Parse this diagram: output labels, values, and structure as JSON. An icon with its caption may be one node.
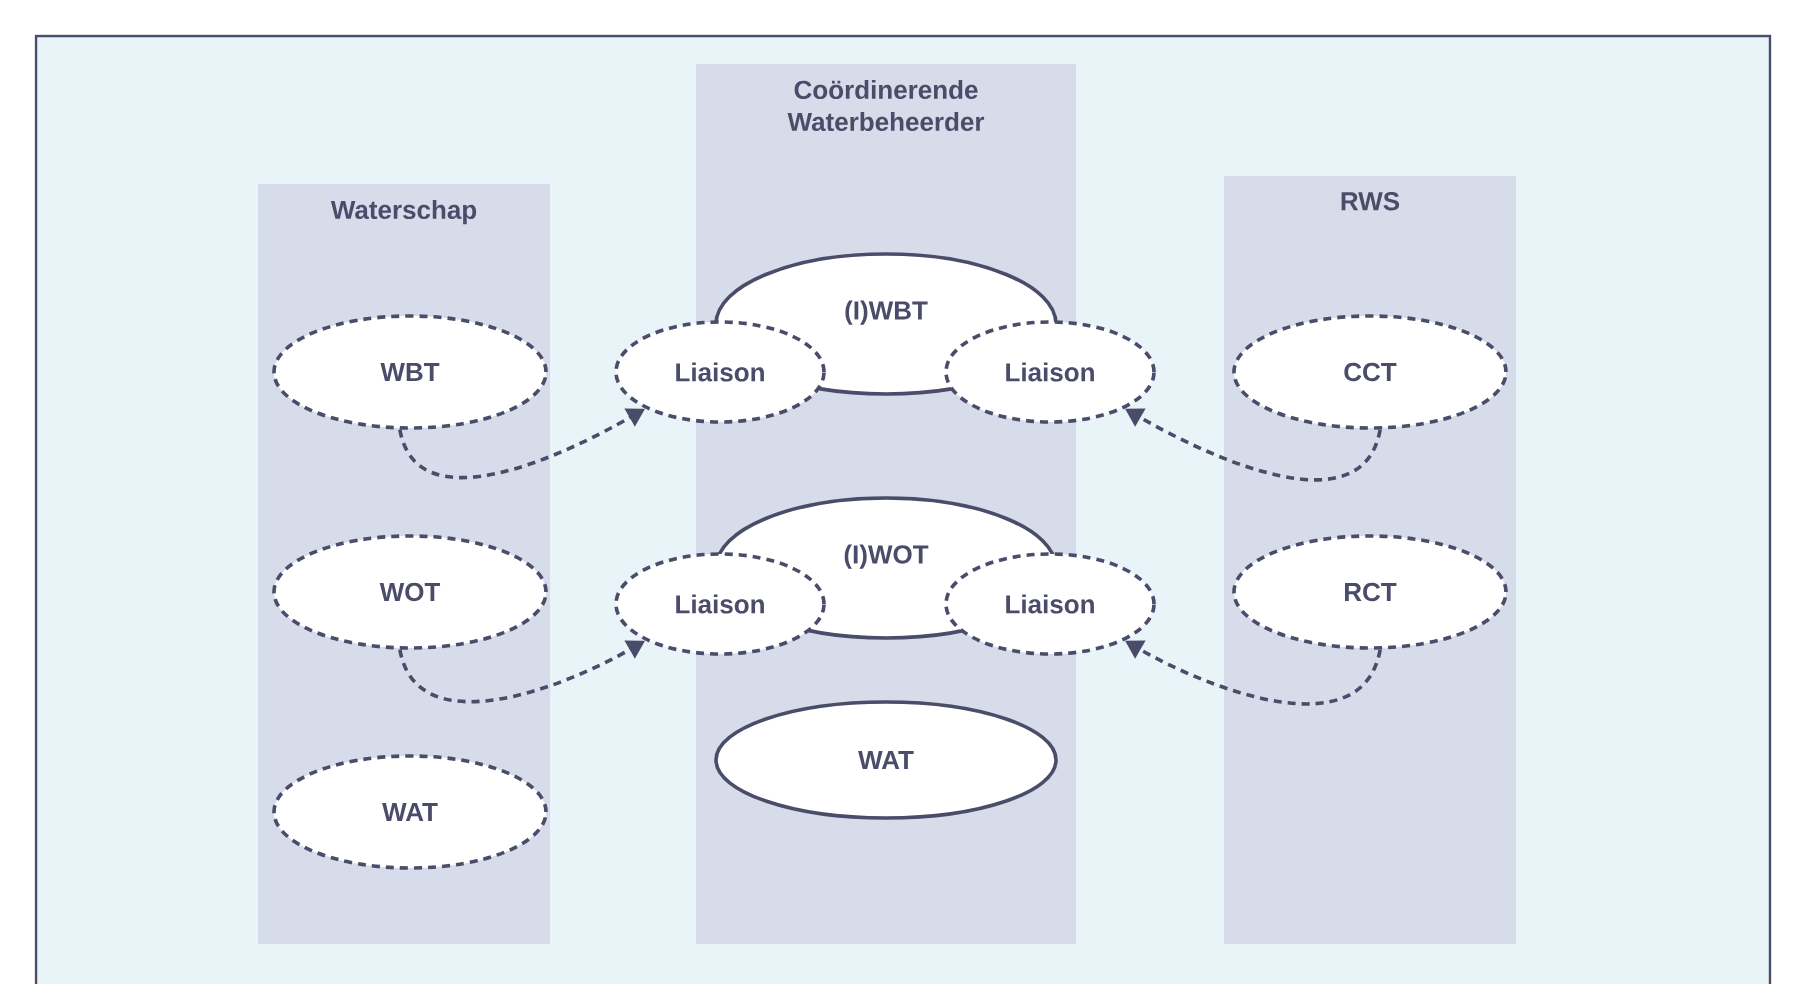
{
  "diagram": {
    "nodes": [
      {
        "text": [
          "Waterschap"
        ]
      },
      {
        "text": [
          "Coördinerende Waterbeheerder"
        ]
      },
      {
        "text": [
          "RWS"
        ]
      },
      {
        "text": [
          "WBT"
        ],
        "in": 0
      },
      {
        "text": [
          "WOT"
        ],
        "in": 0
      },
      {
        "text": [
          "WAT"
        ],
        "in": 0
      },
      {
        "text": [
          "(I)WBT"
        ],
        "in": 1
      },
      {
        "text": [
          "Liaison"
        ]
      },
      {
        "text": [
          "Liaison"
        ]
      },
      {
        "text": [
          "(I)WOT"
        ],
        "in": 1
      },
      {
        "text": [
          "Liaison"
        ]
      },
      {
        "text": [
          "Liaison"
        ]
      },
      {
        "text": [
          "WAT"
        ],
        "in": 1
      },
      {
        "text": [
          "CCT"
        ],
        "in": 2
      },
      {
        "text": [
          "RCT"
        ],
        "in": 2
      }
    ],
    "edges": [
      {
        "from": 3,
        "to": 7,
        "arrow": "to",
        "style": "dashed"
      },
      {
        "from": 13,
        "to": 8,
        "arrow": "to",
        "style": "dashed"
      },
      {
        "from": 4,
        "to": 10,
        "arrow": "to",
        "style": "dashed"
      },
      {
        "from": 14,
        "to": 11,
        "arrow": "to",
        "style": "dashed"
      }
    ]
  }
}
